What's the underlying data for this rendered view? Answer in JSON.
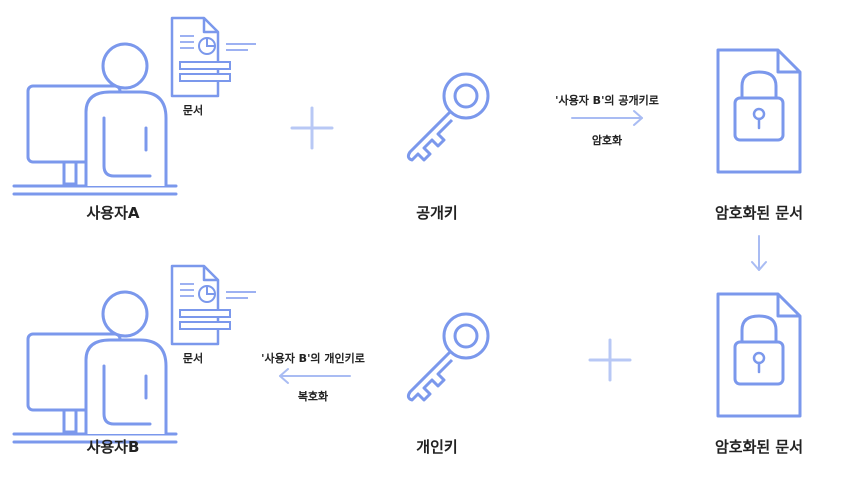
{
  "colors": {
    "line": "#7b98ec",
    "fill": "#ffffff",
    "doc_lines": "#9db1f2",
    "light_arrow": "#a9bcf3",
    "plus": "#b8c8f5",
    "text": "#222222"
  },
  "top": {
    "user_label": "사용자A",
    "doc_label": "문서",
    "key_label": "공개키",
    "encrypt_text_1": "'사용자 B'의 공개키로",
    "encrypt_text_2": "암호화",
    "result_label": "암호화된 문서"
  },
  "bottom": {
    "user_label": "사용자B",
    "doc_label": "문서",
    "key_label": "개인키",
    "decrypt_text_1": "'사용자 B'의 개인키로",
    "decrypt_text_2": "복호화",
    "source_label": "암호화된 문서"
  }
}
